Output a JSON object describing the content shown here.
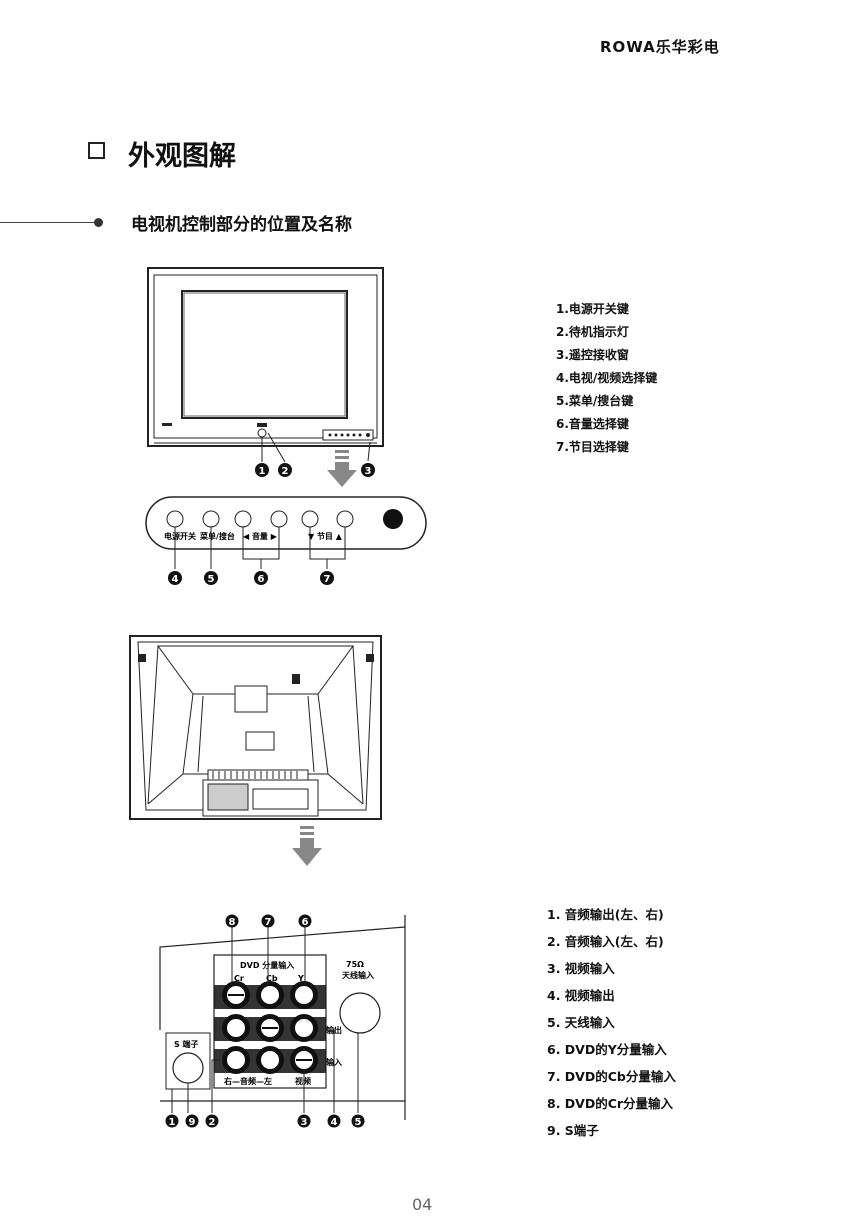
{
  "header": {
    "brand": "ROWA乐华彩电"
  },
  "section": {
    "title": "外观图解",
    "subtitle": "电视机控制部分的位置及名称"
  },
  "front_panel": {
    "legend": [
      "1.电源开关键",
      "2.待机指示灯",
      "3.遥控接收窗",
      "4.电视/视频选择键",
      "5.菜单/搜台键",
      "6.音量选择键",
      "7.节目选择键"
    ],
    "callouts_top": [
      "1",
      "2",
      "3"
    ],
    "callouts_bottom": [
      "4",
      "5",
      "6",
      "7"
    ],
    "button_labels": {
      "power": "电源开关",
      "menu": "菜单/搜台",
      "volume": "◀  音量  ▶",
      "program": "▼  节目  ▲"
    }
  },
  "back_panel": {
    "legend": [
      "1. 音频输出(左、右)",
      "2. 音频输入(左、右)",
      "3. 视频输入",
      "4. 视频输出",
      "5. 天线输入",
      "6. DVD的Y分量输入",
      "7. DVD的Cb分量输入",
      "8. DVD的Cr分量输入",
      "9. S端子"
    ],
    "callouts_top": [
      "8",
      "7",
      "6"
    ],
    "callouts_bottom": [
      "1",
      "9",
      "2",
      "3",
      "4",
      "5"
    ],
    "jack_labels": {
      "dvd": "DVD 分量输入",
      "antenna_ohm": "75Ω",
      "antenna": "天线输入",
      "s_terminal": "S 端子",
      "output": "输出",
      "input": "输入",
      "audio": "右—音频—左",
      "video": "视频",
      "cr": "Cr",
      "cb": "Cb",
      "y": "Y"
    }
  },
  "footer": {
    "page": "04"
  }
}
